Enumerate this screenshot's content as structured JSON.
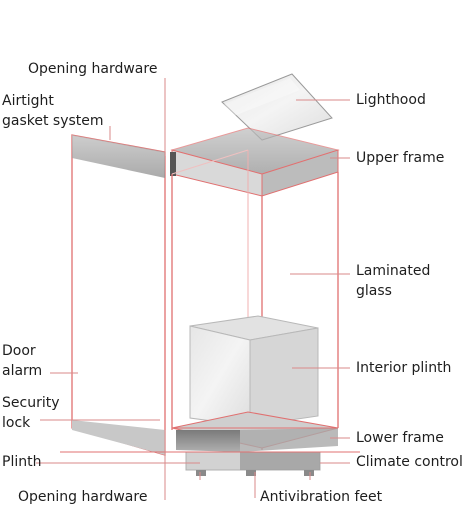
{
  "labels": {
    "opening_hardware_top": "Opening hardware",
    "airtight_gasket": [
      "Airtight",
      "gasket system"
    ],
    "lighthood": "Lighthood",
    "upper_frame": "Upper frame",
    "laminated_glass": [
      "Laminated",
      "glass"
    ],
    "door_alarm": [
      "Door",
      "alarm"
    ],
    "interior_plinth": "Interior plinth",
    "security_lock": [
      "Security",
      "lock"
    ],
    "lower_frame": "Lower frame",
    "plinth": "Plinth",
    "climate_control": "Climate control",
    "opening_hardware_bottom": "Opening hardware",
    "antivibration_feet": "Antivibration feet"
  },
  "colors": {
    "leader_line": "#d98a8a",
    "frame_line": "#e07070",
    "sketch_gray": "#555555",
    "text": "#1e1e1e"
  }
}
